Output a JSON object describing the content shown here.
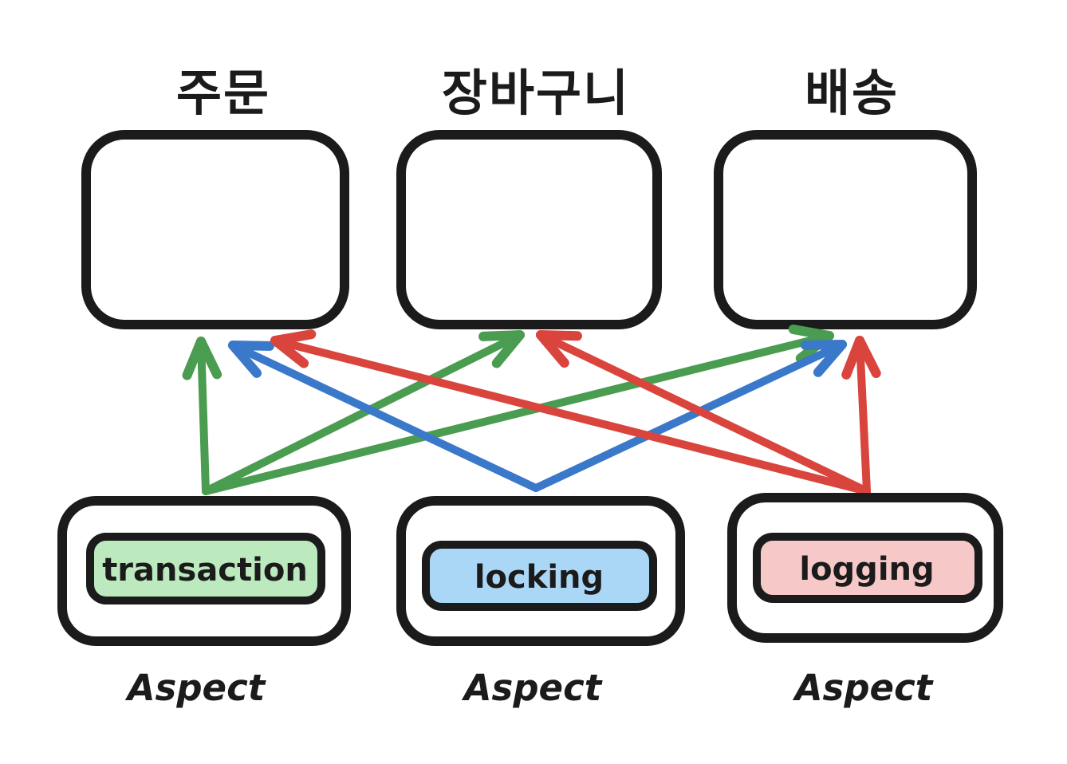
{
  "colors": {
    "ink": "#1b1b1b",
    "green": "#4a9c50",
    "blue": "#3a78c9",
    "red": "#d9453d",
    "green_fill": "#bce9bd",
    "blue_fill": "#abd7f7",
    "red_fill": "#f6c8c8"
  },
  "services": [
    {
      "id": "order",
      "label": "주문"
    },
    {
      "id": "cart",
      "label": "장바구니"
    },
    {
      "id": "delivery",
      "label": "배송"
    }
  ],
  "aspects": [
    {
      "id": "transaction",
      "tag": "transaction",
      "caption": "Aspect",
      "color": "green"
    },
    {
      "id": "locking",
      "tag": "locking",
      "caption": "Aspect",
      "color": "blue"
    },
    {
      "id": "logging",
      "tag": "logging",
      "caption": "Aspect",
      "color": "red"
    }
  ],
  "edges": [
    {
      "from": "transaction",
      "to": "order"
    },
    {
      "from": "transaction",
      "to": "cart"
    },
    {
      "from": "transaction",
      "to": "delivery"
    },
    {
      "from": "locking",
      "to": "order"
    },
    {
      "from": "locking",
      "to": "delivery"
    },
    {
      "from": "logging",
      "to": "order"
    },
    {
      "from": "logging",
      "to": "cart"
    },
    {
      "from": "logging",
      "to": "delivery"
    }
  ]
}
